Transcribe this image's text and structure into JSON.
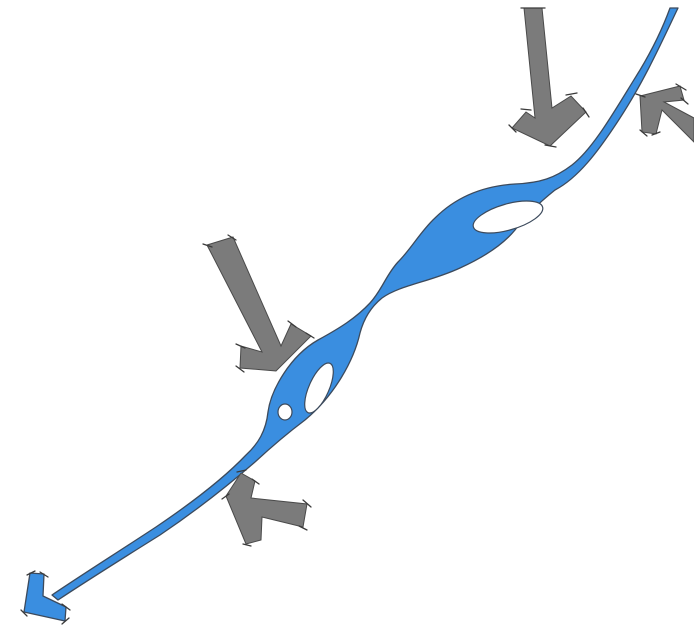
{
  "diagram": {
    "colors": {
      "background": "#ffffff",
      "river": "#3a8ee0",
      "river_outline": "#3c4a5c",
      "arrow": "#7b7b7b",
      "arrow_outline": "#4a4a4a"
    },
    "river": {
      "flow_direction": "down-left",
      "islands": 3,
      "outflow_arrow": true
    },
    "arrows": [
      {
        "name": "arrow-top",
        "direction": "down"
      },
      {
        "name": "arrow-top-right",
        "direction": "up-left"
      },
      {
        "name": "arrow-middle-left",
        "direction": "down-right"
      },
      {
        "name": "arrow-lower",
        "direction": "up-left"
      }
    ]
  }
}
